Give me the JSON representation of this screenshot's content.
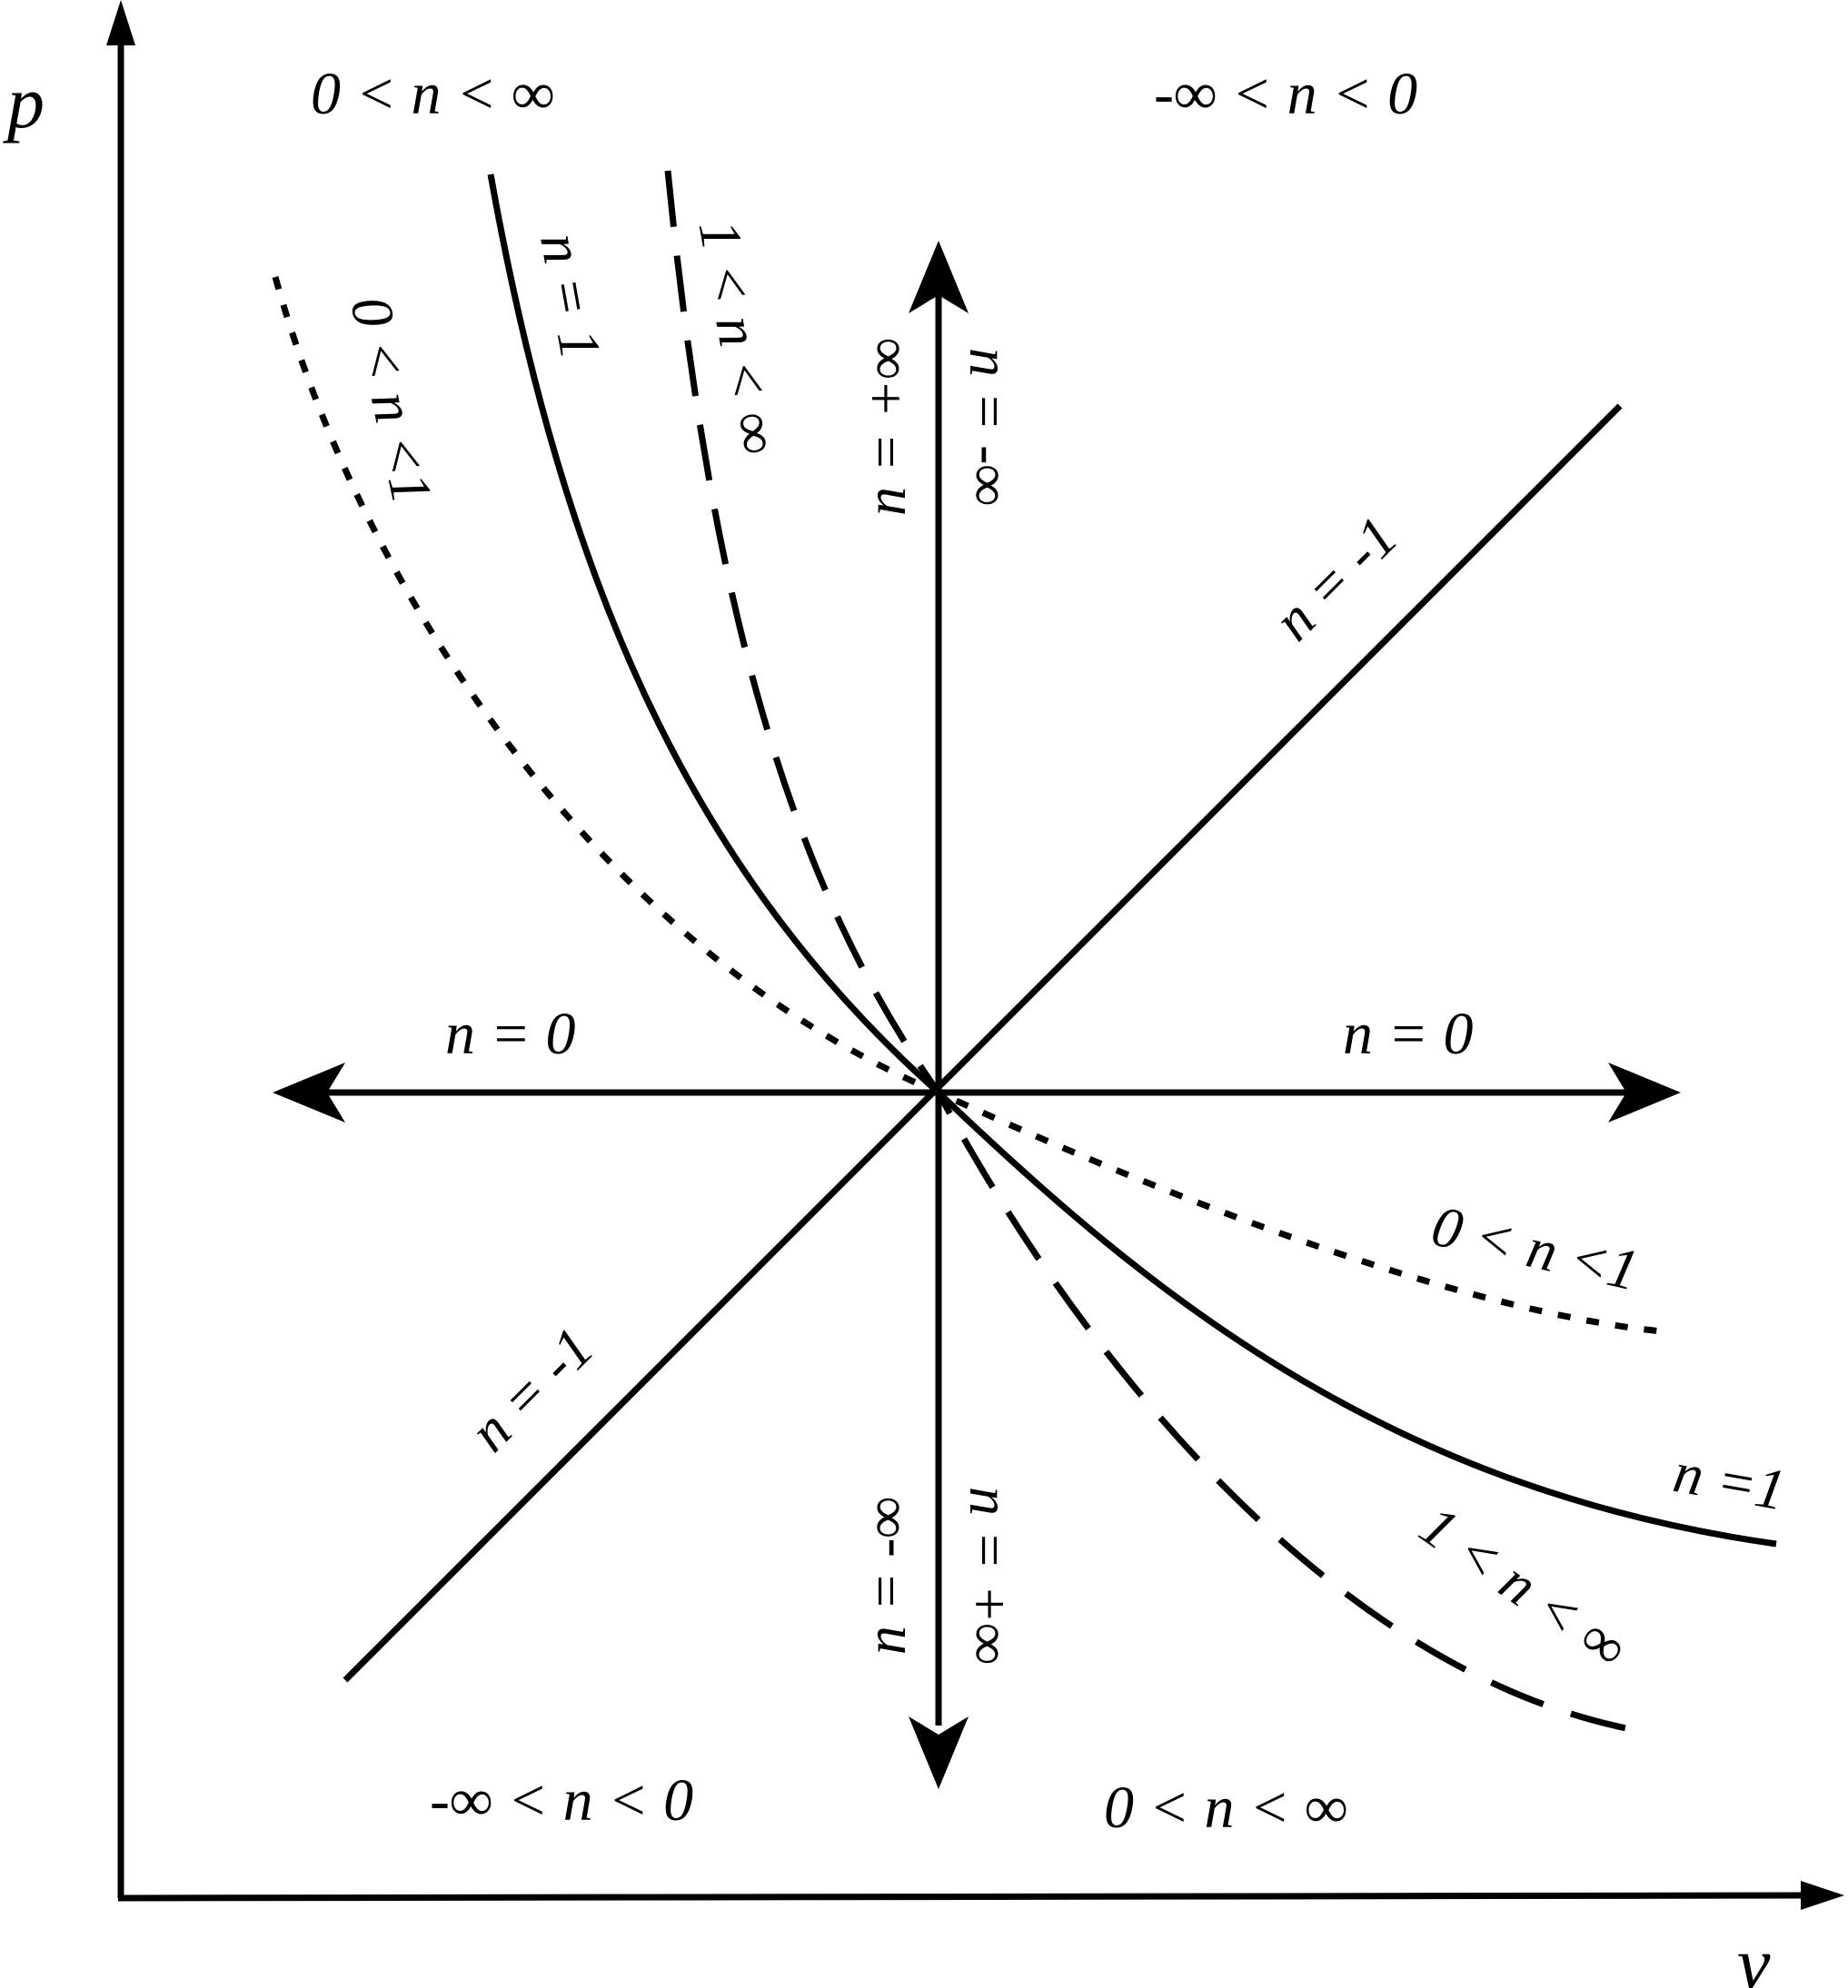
{
  "axes": {
    "y_label": "p",
    "x_label": "v"
  },
  "region_labels": {
    "upper_left": "0 < n < ∞",
    "upper_right": "-∞ < n < 0",
    "lower_left": "-∞ < n < 0",
    "lower_right": "0 < n < ∞"
  },
  "curve_labels": {
    "n0_left": "n = 0",
    "n0_right": "n = 0",
    "n_neg1_upper": "n = -1",
    "n_neg1_lower": "n = -1",
    "n_inf_top_left": "n = +∞",
    "n_inf_top_right": "n = -∞",
    "n_inf_bottom_left": "n = -∞",
    "n_inf_bottom_right": "n = +∞",
    "n1_upper": "n = 1",
    "n1_lower": "n =1",
    "n_0_1_upper": "0 < n <1",
    "n_0_1_lower": "0 < n <1",
    "n_1_inf_upper": "1 < n < ∞",
    "n_1_inf_lower": "1 < n < ∞"
  },
  "colors": {
    "ink": "#000000",
    "background": "#ffffff"
  }
}
